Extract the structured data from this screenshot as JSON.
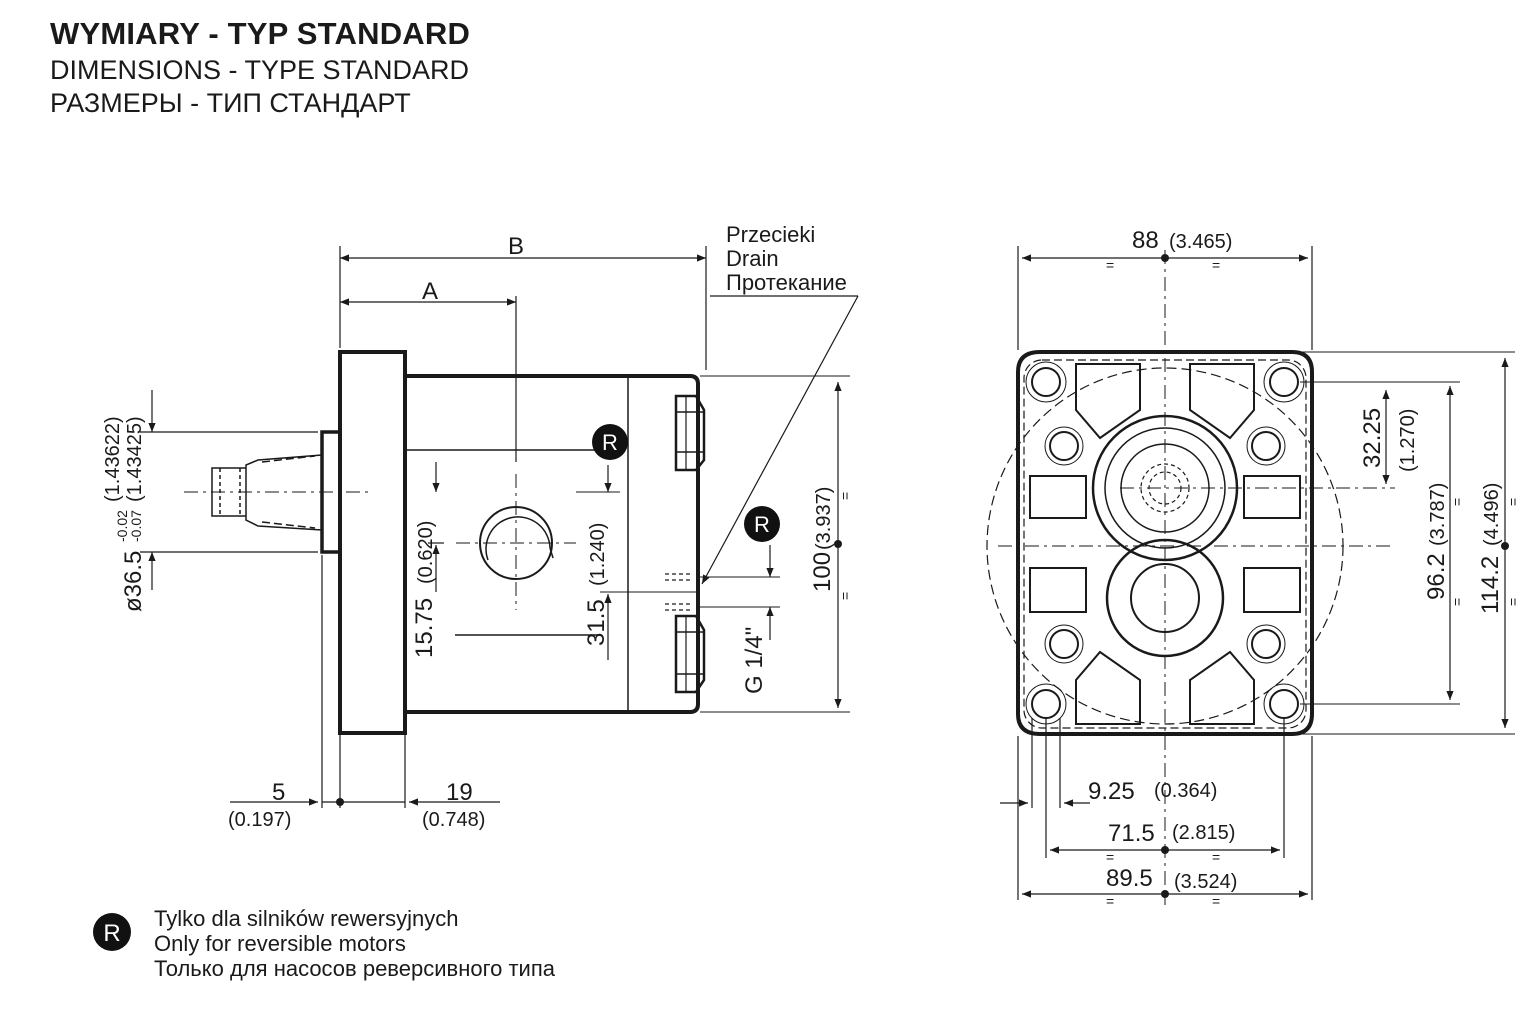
{
  "header": {
    "title_pl": "WYMIARY - TYP STANDARD",
    "title_en": "DIMENSIONS - TYPE STANDARD",
    "title_ru": "РАЗМЕРЫ - ТИП СТАНДАРТ"
  },
  "side_view": {
    "dim_b": "B",
    "dim_a": "A",
    "drain_pl": "Przecieki",
    "drain_en": "Drain",
    "drain_ru": "Протекание",
    "r_marker": "R",
    "shaft_dia": "ø36.5",
    "shaft_tol_upper": "-0.02",
    "shaft_tol_lower": "-0.07",
    "shaft_inch": "(1.43622)",
    "shaft_inch2": "(1.43425)",
    "d15": "15.75",
    "d15_in": "(0.620)",
    "d31": "31.5",
    "d31_in": "(1.240)",
    "port": "G 1/4\"",
    "d100": "100",
    "d100_in": "(3.937)",
    "d5": "5",
    "d5_in": "(0.197)",
    "d19": "19",
    "d19_in": "(0.748)"
  },
  "front_view": {
    "d88": "88",
    "d88_in": "(3.465)",
    "d32": "32.25",
    "d32_in": "(1.270)",
    "d96": "96.2",
    "d96_in": "(3.787)",
    "d114": "114.2",
    "d114_in": "(4.496)",
    "d9": "9.25",
    "d9_in": "(0.364)",
    "d71": "71.5",
    "d71_in": "(2.815)",
    "d89": "89.5",
    "d89_in": "(3.524)",
    "eq": "="
  },
  "legend": {
    "marker": "R",
    "line_pl": "Tylko dla silników rewersyjnych",
    "line_en": "Only for reversible motors",
    "line_ru": "Только для насосов реверсивного типа"
  }
}
